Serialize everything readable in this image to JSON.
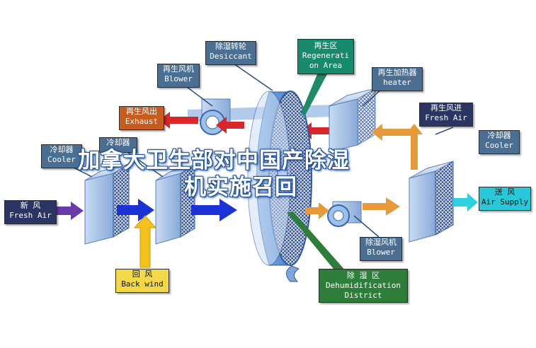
{
  "labels": {
    "desiccant": {
      "cn": "除湿转轮",
      "en": "Desiccant"
    },
    "regeneration": {
      "cn": "再生区",
      "en": "Regenerati",
      "en2": "on Area"
    },
    "regen_blower": {
      "cn": "再生风机",
      "en": "Blower"
    },
    "regen_heater": {
      "cn": "再生加热器",
      "en": "heater"
    },
    "exhaust": {
      "cn": "再生风出",
      "en": "Exhaust"
    },
    "regen_fresh": {
      "cn": "再生风进",
      "en": "Fresh Air"
    },
    "cooler_left": {
      "cn": "冷却器",
      "en": "Cooler"
    },
    "cooler_mid": {
      "cn": "冷却器",
      "en": ""
    },
    "cooler_right": {
      "cn": "冷却器",
      "en": "Cooler"
    },
    "fresh_air": {
      "cn": "新    风",
      "en": "Fresh Air"
    },
    "air_supply": {
      "cn": "送  风",
      "en": "Air Supply"
    },
    "back_wind": {
      "cn": "回    风",
      "en": "Back wind"
    },
    "dehum_blower": {
      "cn": "除湿风机",
      "en": "Blower"
    },
    "dehum_district": {
      "cn": "除    湿    区",
      "en": "Dehumidification",
      "en2": "District"
    }
  },
  "overlay_title": {
    "line1": "加拿大卫生部对中国产除湿",
    "line2": "机实施召回"
  },
  "colors": {
    "arrow_red": "#d8262a",
    "arrow_blue": "#1b33d6",
    "arrow_orange": "#e69a3a",
    "arrow_purple": "#6a3aa8",
    "arrow_cyan": "#2fd0e0",
    "arrow_yellow": "#f2c21c"
  }
}
